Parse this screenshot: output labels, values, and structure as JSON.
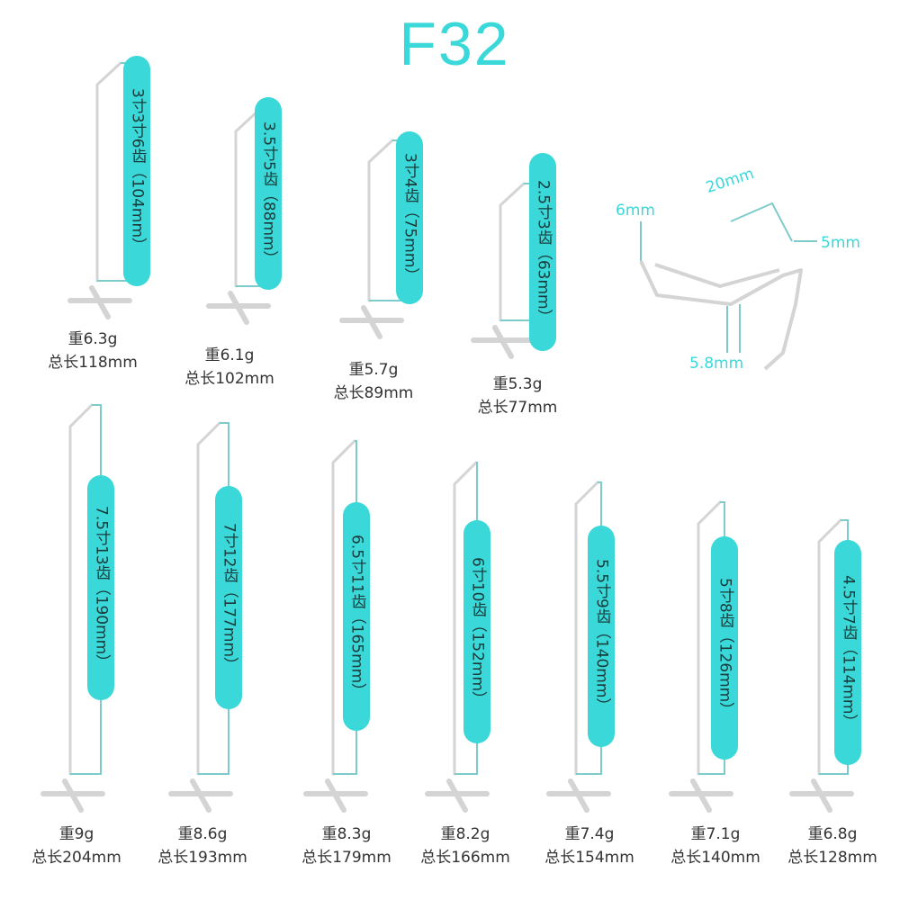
{
  "title": "F32",
  "colors": {
    "accent": "#3ad8d8",
    "line": "#7fcaca",
    "pick": "#d4d4d4",
    "text": "#333333"
  },
  "picks": [
    {
      "spec": "3寸3寸6齿（104mm）",
      "weight": "重6.3g",
      "length": "总长118mm"
    },
    {
      "spec": "3.5寸5齿（88mm）",
      "weight": "重6.1g",
      "length": "总长102mm"
    },
    {
      "spec": "3寸4齿（75mm）",
      "weight": "重5.7g",
      "length": "总长89mm"
    },
    {
      "spec": "2.5寸3齿（63mm）",
      "weight": "重5.3g",
      "length": "总长77mm"
    },
    {
      "spec": "7.5寸13齿（190mm）",
      "weight": "重9g",
      "length": "总长204mm"
    },
    {
      "spec": "7寸12齿（177mm）",
      "weight": "重8.6g",
      "length": "总长193mm"
    },
    {
      "spec": "6.5寸11齿（165mm）",
      "weight": "重8.3g",
      "length": "总长179mm"
    },
    {
      "spec": "6寸10齿（152mm）",
      "weight": "重8.2g",
      "length": "总长166mm"
    },
    {
      "spec": "5.5寸9齿（140mm）",
      "weight": "重7.4g",
      "length": "总长154mm"
    },
    {
      "spec": "5寸8齿（126mm）",
      "weight": "重7.1g",
      "length": "总长140mm"
    },
    {
      "spec": "4.5寸7齿（114mm）",
      "weight": "重6.8g",
      "length": "总长128mm"
    }
  ],
  "detail": {
    "dim1": "6mm",
    "dim2": "20mm",
    "dim3": "5mm",
    "dim4": "5.8mm"
  }
}
